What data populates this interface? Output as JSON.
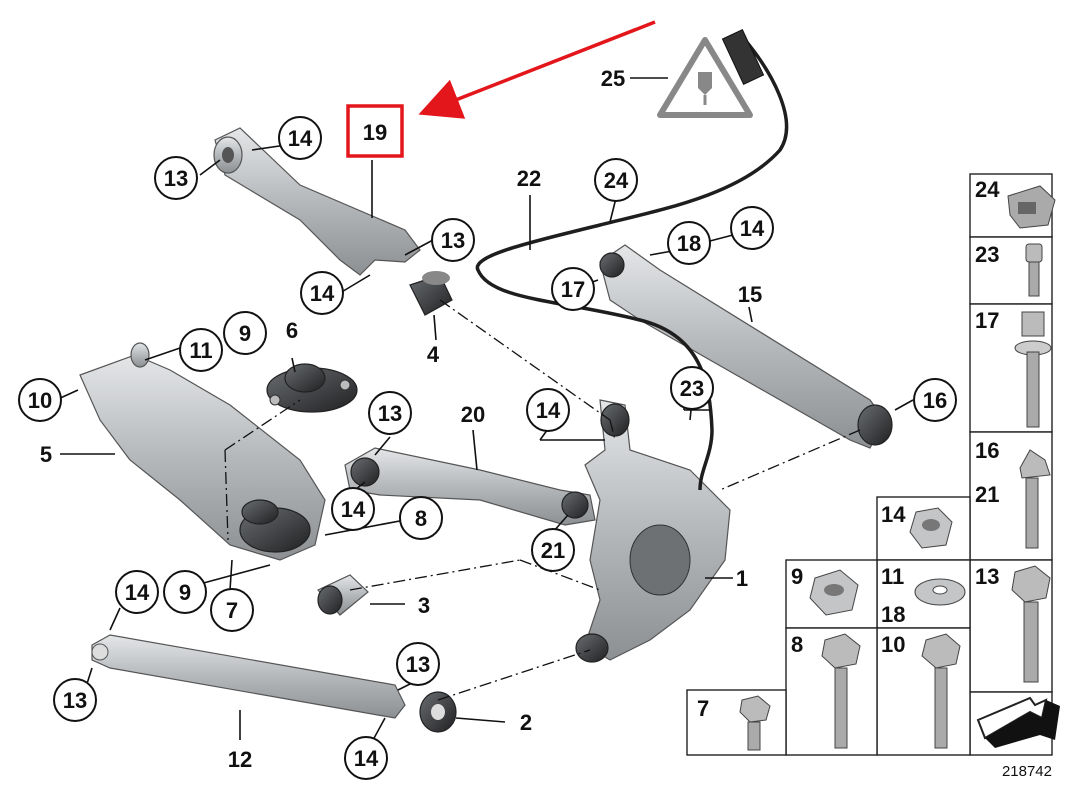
{
  "diagram": {
    "callouts": {
      "c1": "1",
      "c2": "2",
      "c3": "3",
      "c4": "4",
      "c5": "5",
      "c6": "6",
      "c7": "7",
      "c8": "8",
      "c9a": "9",
      "c9b": "9",
      "c10": "10",
      "c11": "11",
      "c12": "12",
      "c13a": "13",
      "c13b": "13",
      "c13c": "13",
      "c13d": "13",
      "c13e": "13",
      "c14a": "14",
      "c14b": "14",
      "c14c": "14",
      "c14d": "14",
      "c14e": "14",
      "c14f": "14",
      "c14g": "14",
      "c15": "15",
      "c16": "16",
      "c17": "17",
      "c18": "18",
      "c19": "19",
      "c20": "20",
      "c21a": "21",
      "c22": "22",
      "c23": "23",
      "c24": "24",
      "c25": "25"
    },
    "legend": {
      "l24": "24",
      "l23": "23",
      "l17": "17",
      "l16": "16",
      "l21": "21",
      "l14": "14",
      "l9": "9",
      "l11": "11",
      "l18": "18",
      "l13": "13",
      "l7": "7",
      "l8": "8",
      "l10": "10"
    },
    "reference_number": "218742",
    "colors": {
      "highlight": "#e3161b",
      "metal": "#b9bcbf",
      "rubber": "#2b2b2b"
    }
  }
}
